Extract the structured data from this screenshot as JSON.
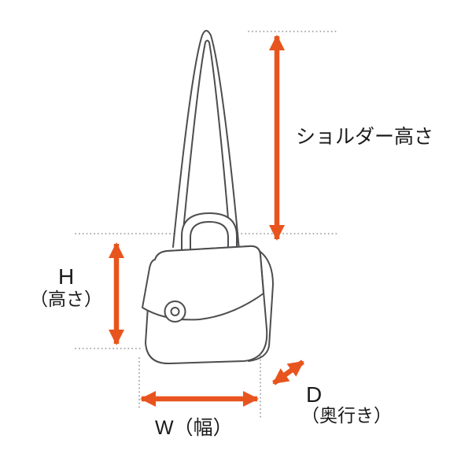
{
  "labels": {
    "shoulder_height": "ショルダー高さ",
    "height_abbr": "H",
    "height_caption": "（高さ）",
    "width": "W（幅）",
    "depth_abbr": "D",
    "depth_caption": "（奥行き）"
  },
  "colors": {
    "arrow": "#E8541E",
    "line_art": "#4D4D4F",
    "guide": "#9C9C9C",
    "text": "#1A1A1A",
    "background": "#FFFFFF"
  }
}
